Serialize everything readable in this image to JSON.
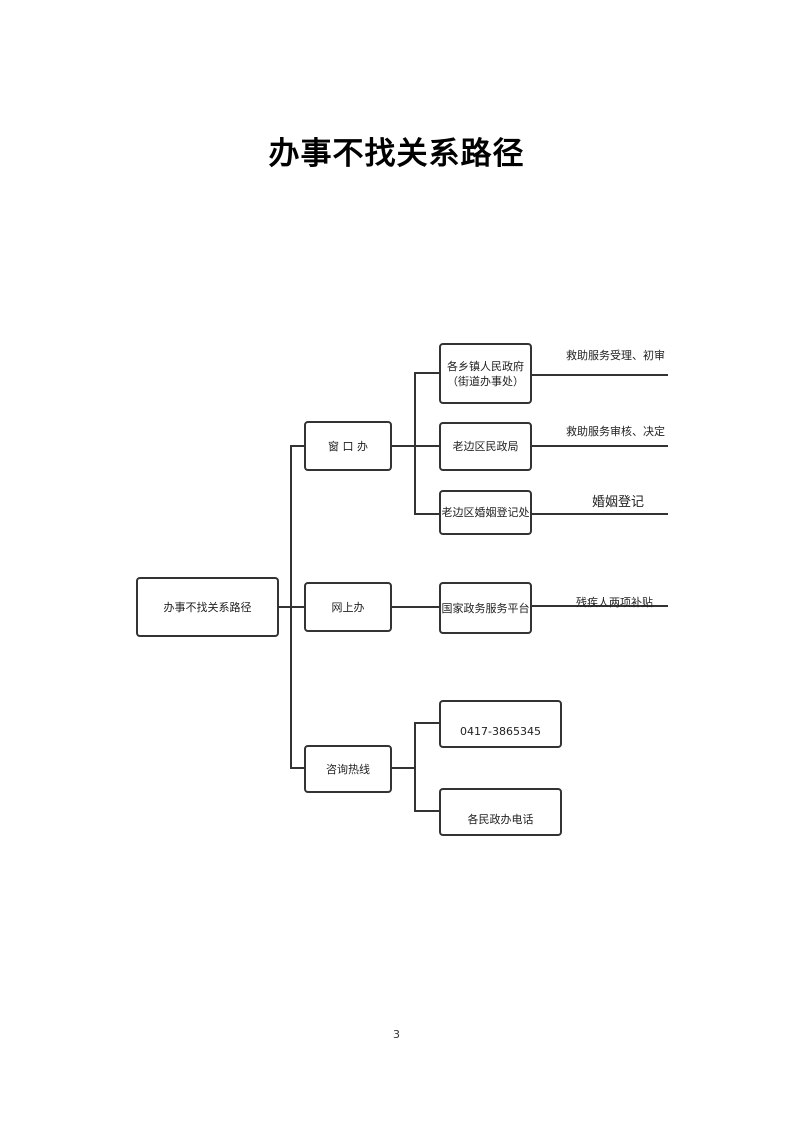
{
  "title": "办事不找关系路径",
  "root": {
    "label": "办事不找关系路径"
  },
  "branches": [
    {
      "label": "窗 口 办",
      "children": [
        {
          "line1": "各乡镇人民政府",
          "line2": "（街道办事处）",
          "outcome": "救助服务受理、初审"
        },
        {
          "line1": "老边区民政局",
          "line2": "",
          "outcome": "救助服务审核、决定"
        },
        {
          "line1": "老边区婚姻登记处",
          "line2": "",
          "outcome": "婚姻登记"
        }
      ]
    },
    {
      "label": "网上办",
      "children": [
        {
          "line1": "国家政务服务平台",
          "line2": "",
          "outcome": "残疾人两项补贴"
        }
      ]
    },
    {
      "label": "咨询热线",
      "children": [
        {
          "line1": "0417-3865345",
          "line2": "",
          "outcome": ""
        },
        {
          "line1": "各民政办电话",
          "line2": "",
          "outcome": ""
        }
      ]
    }
  ],
  "page_number": "3"
}
